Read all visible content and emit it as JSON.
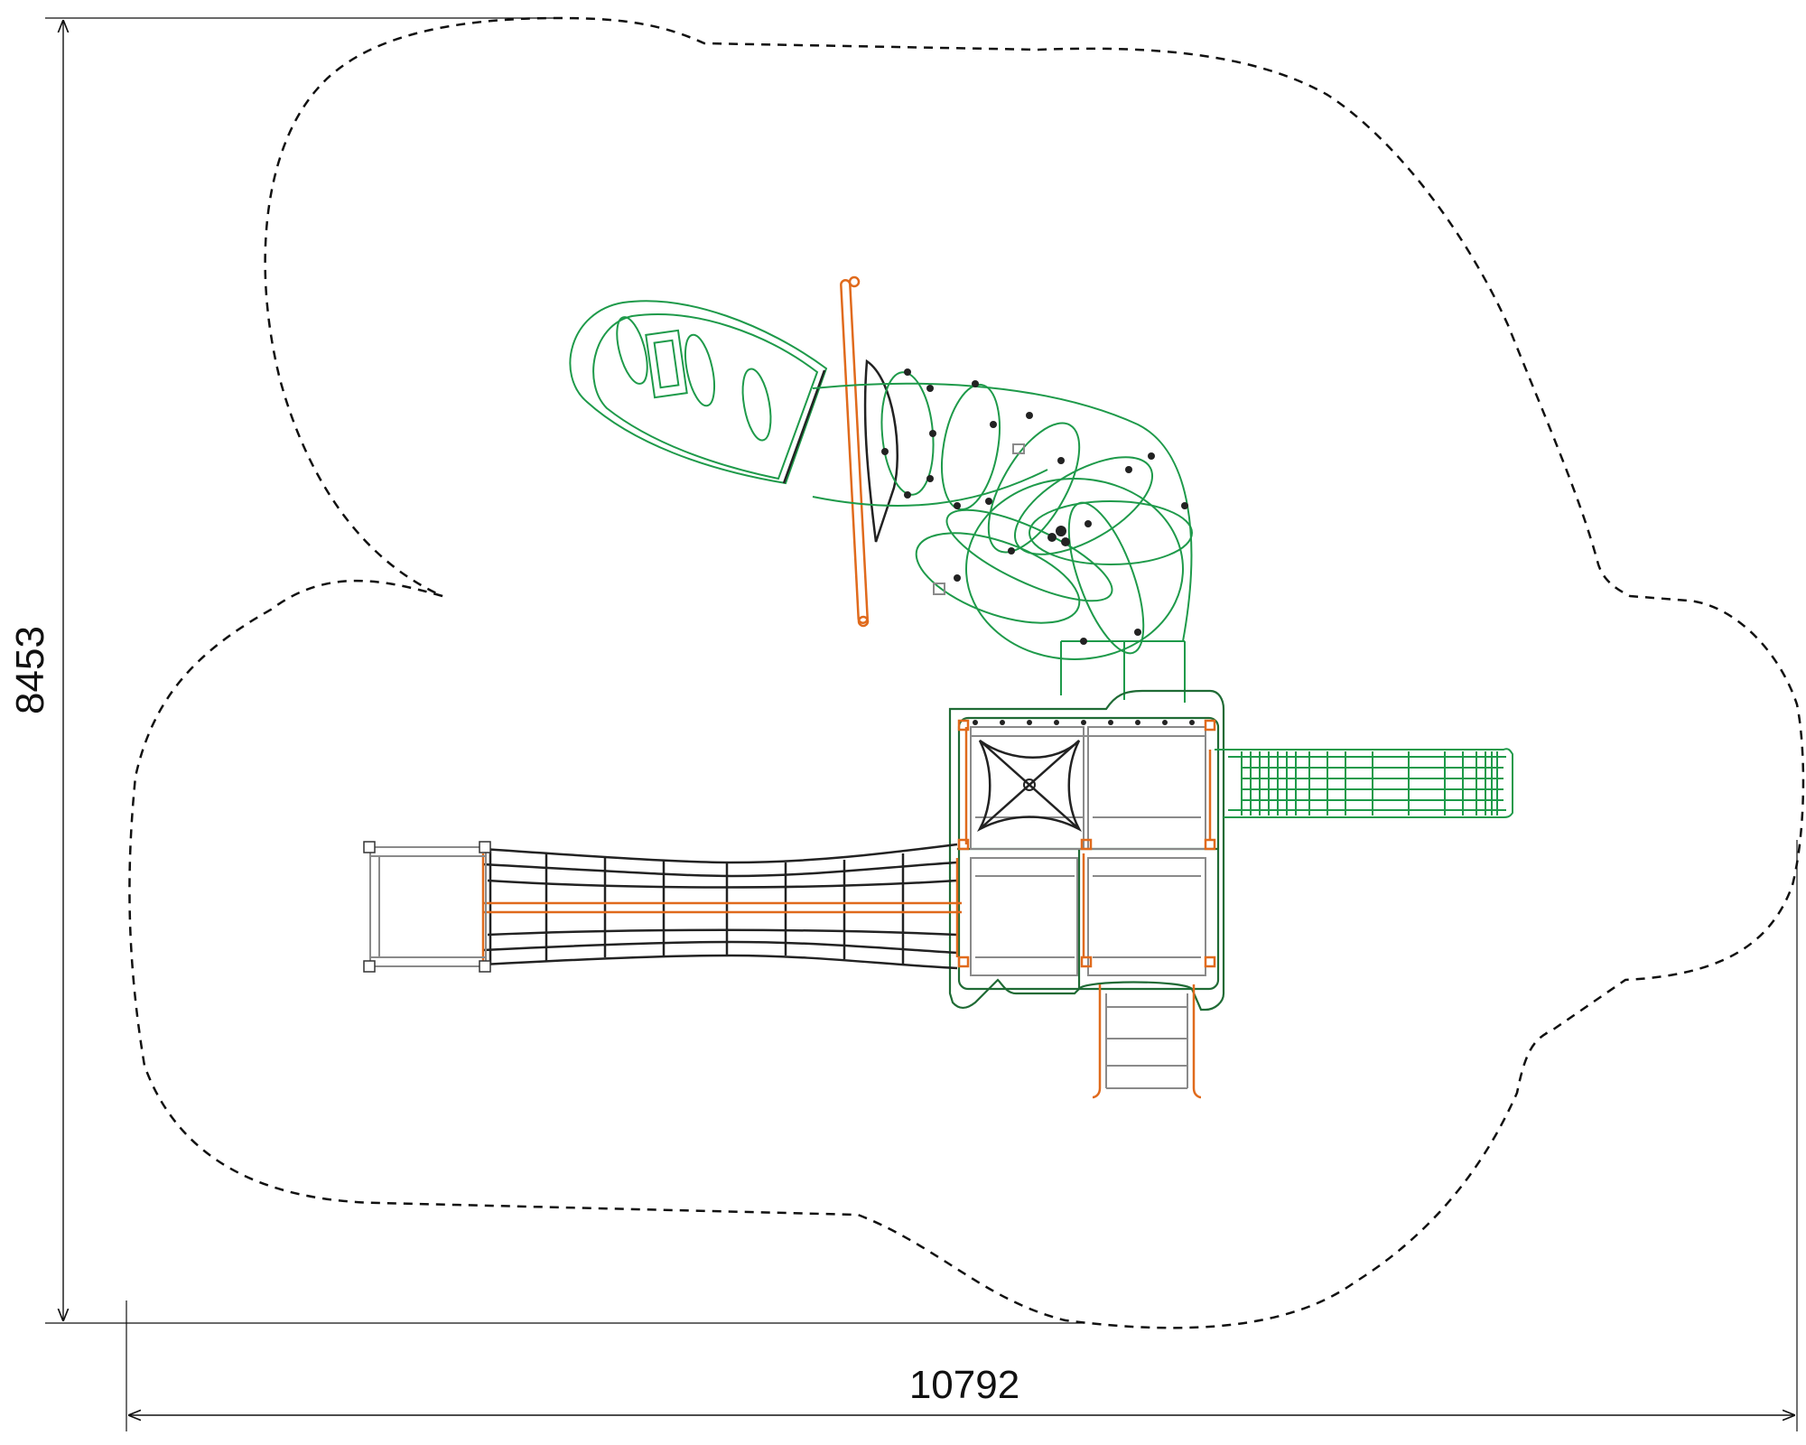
{
  "drawing": {
    "dimensions": {
      "width_label": "10792",
      "height_label": "8453"
    },
    "colors": {
      "safety_zone": "#111111",
      "structure_green": "#1e9a4a",
      "structure_dark_green": "#1f6b35",
      "posts_orange": "#e06a1c",
      "rope_black": "#222222",
      "frame_gray": "#8a8a8a"
    },
    "components": [
      "spiral-tube-slide",
      "tower-platforms",
      "straight-slide",
      "rope-bridge",
      "ladder",
      "end-frame"
    ]
  }
}
